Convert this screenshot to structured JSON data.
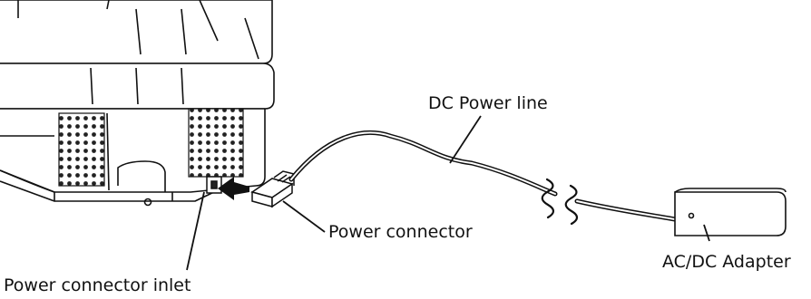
{
  "labels": {
    "dc_power_line": "DC Power line",
    "power_connector": "Power connector",
    "power_connector_inlet": "Power connector inlet",
    "ac_dc_adapter": "AC/DC Adapter"
  },
  "colors": {
    "line": "#111111",
    "background": "#ffffff"
  }
}
